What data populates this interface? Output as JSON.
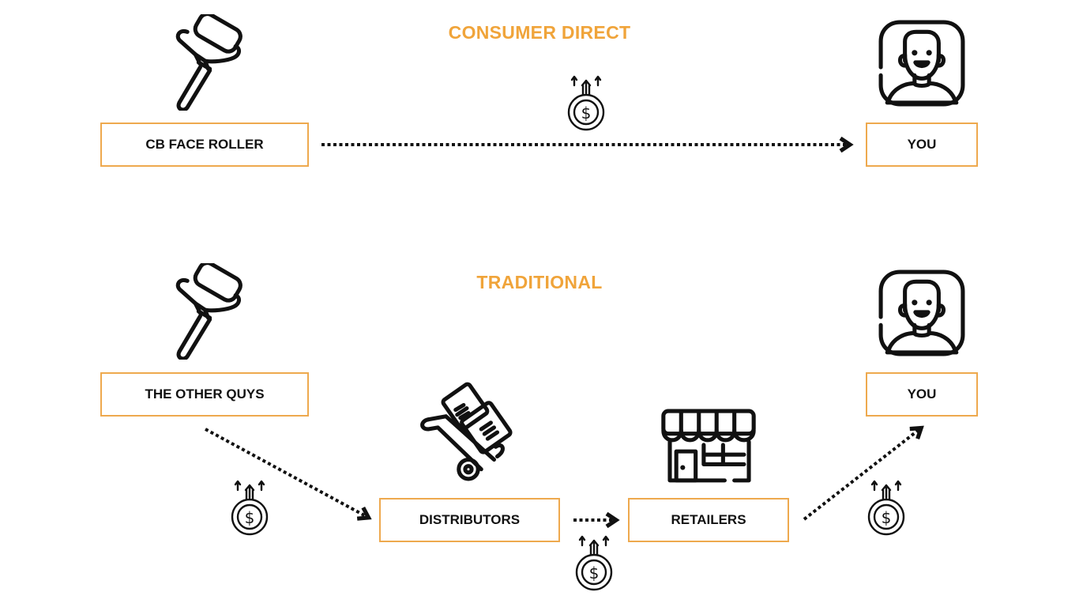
{
  "colors": {
    "accent": "#F0A43A",
    "box_border": "#EEA94E",
    "ink": "#111111"
  },
  "sections": {
    "consumer_direct": {
      "title": "CONSUMER DIRECT",
      "nodes": [
        {
          "label": "CB FACE ROLLER",
          "icon": "face-roller-icon"
        },
        {
          "label": "YOU",
          "icon": "person-avatar-icon"
        }
      ],
      "flows": [
        {
          "from": "CB FACE ROLLER",
          "to": "YOU",
          "markup_icon": "dollar-coin-up-arrows-icon"
        }
      ]
    },
    "traditional": {
      "title": "TRADITIONAL",
      "nodes": [
        {
          "label": "THE OTHER QUYS",
          "icon": "face-roller-icon"
        },
        {
          "label": "DISTRIBUTORS",
          "icon": "hand-truck-boxes-icon"
        },
        {
          "label": "RETAILERS",
          "icon": "storefront-icon"
        },
        {
          "label": "YOU",
          "icon": "person-avatar-icon"
        }
      ],
      "flows": [
        {
          "from": "THE OTHER QUYS",
          "to": "DISTRIBUTORS",
          "markup_icon": "dollar-coin-up-arrows-icon"
        },
        {
          "from": "DISTRIBUTORS",
          "to": "RETAILERS",
          "markup_icon": "dollar-coin-up-arrows-icon"
        },
        {
          "from": "RETAILERS",
          "to": "YOU",
          "markup_icon": "dollar-coin-up-arrows-icon"
        }
      ]
    }
  }
}
